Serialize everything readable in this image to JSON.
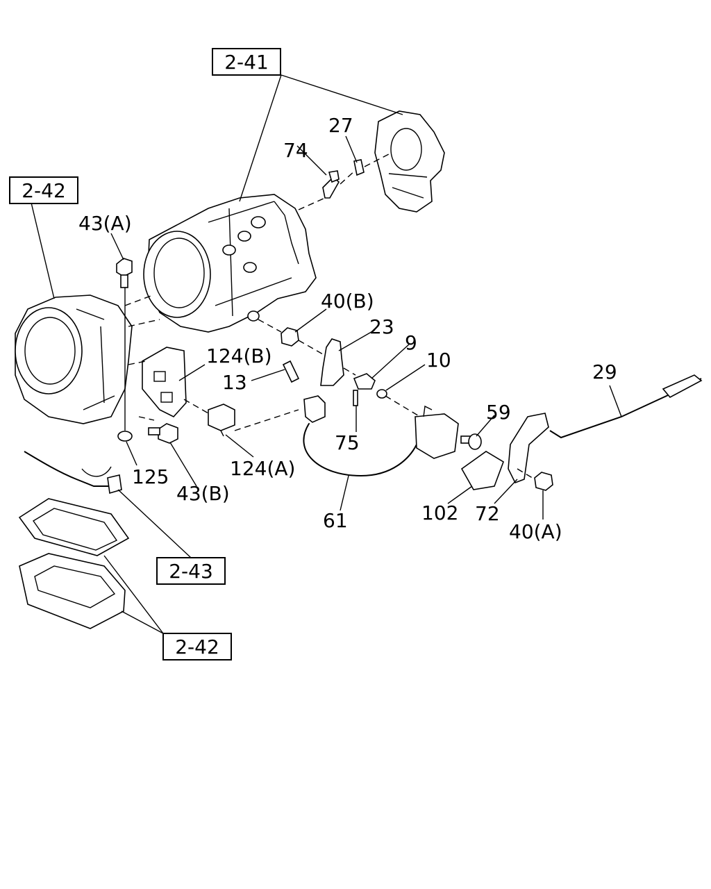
{
  "diagram": {
    "ref_boxes": {
      "ref_241": "2-41",
      "ref_242_top": "2-42",
      "ref_243": "2-43",
      "ref_242_bottom": "2-42"
    },
    "callouts": {
      "p27": "27",
      "p74": "74",
      "p43a": "43(A)",
      "p40b": "40(B)",
      "p23": "23",
      "p9": "9",
      "p10": "10",
      "p124b": "124(B)",
      "p13": "13",
      "p29": "29",
      "p59": "59",
      "p75": "75",
      "p125": "125",
      "p124a": "124(A)",
      "p43b": "43(B)",
      "p61": "61",
      "p102": "102",
      "p72": "72",
      "p40a": "40(A)"
    }
  }
}
